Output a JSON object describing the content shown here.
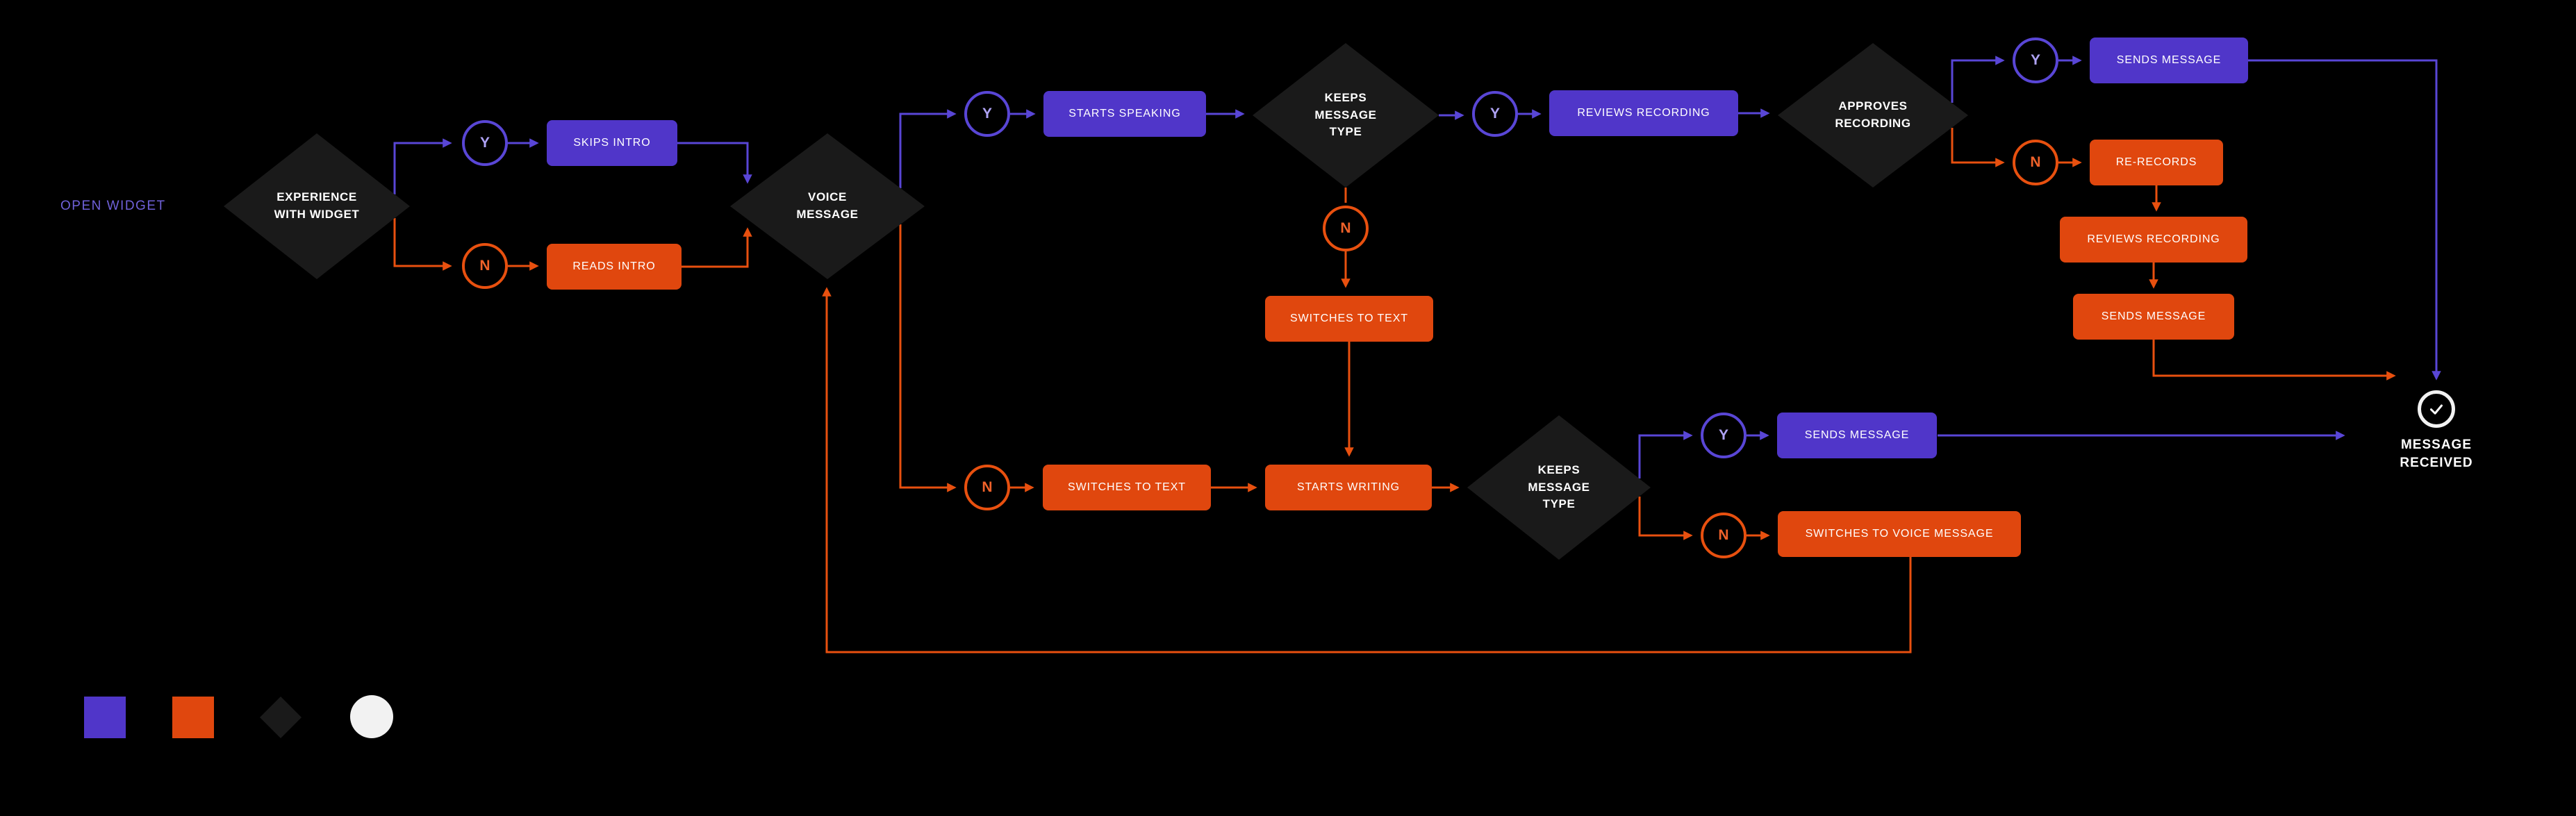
{
  "palette": {
    "purple_fill": "#5036C9",
    "purple_line": "#5946D6",
    "orange_fill": "#E0470E",
    "orange_line": "#E8500F",
    "diamond_fill": "#1A1A1A",
    "background": "#000000",
    "text": "#FFFFFF"
  },
  "entry_label": "OPEN WIDGET",
  "decision": {
    "yes_label": "Y",
    "no_label": "N"
  },
  "diamonds": {
    "experience": "EXPERIENCE\nWITH WIDGET",
    "voice_message": "VOICE\nMESSAGE",
    "keeps_type_voice": "KEEPS\nMESSAGE\nTYPE",
    "approves_recording": "APPROVES\nRECORDING",
    "keeps_type_text": "KEEPS\nMESSAGE\nTYPE"
  },
  "actions": {
    "skips_intro": "SKIPS INTRO",
    "reads_intro": "READS INTRO",
    "starts_speaking": "STARTS SPEAKING",
    "reviews_recording": "REVIEWS RECORDING",
    "sends_message_approved": "SENDS MESSAGE",
    "re_records": "RE-RECORDS",
    "reviews_recording_again": "REVIEWS RECORDING",
    "sends_message_rerecord": "SENDS MESSAGE",
    "switches_to_text_mid": "SWITCHES TO TEXT",
    "switches_to_text": "SWITCHES TO TEXT",
    "starts_writing": "STARTS WRITING",
    "sends_message_text": "SENDS MESSAGE",
    "switches_to_voice": "SWITCHES TO VOICE MESSAGE"
  },
  "end_label": "MESSAGE\nRECEIVED",
  "legend": {
    "items": [
      {
        "icon": "purple-square-swatch",
        "color": "#5036C9"
      },
      {
        "icon": "orange-square-swatch",
        "color": "#E0470E"
      },
      {
        "icon": "diamond-swatch",
        "color": "#1A1A1A"
      },
      {
        "icon": "white-circle-swatch",
        "color": "#F2F2F2"
      }
    ]
  }
}
